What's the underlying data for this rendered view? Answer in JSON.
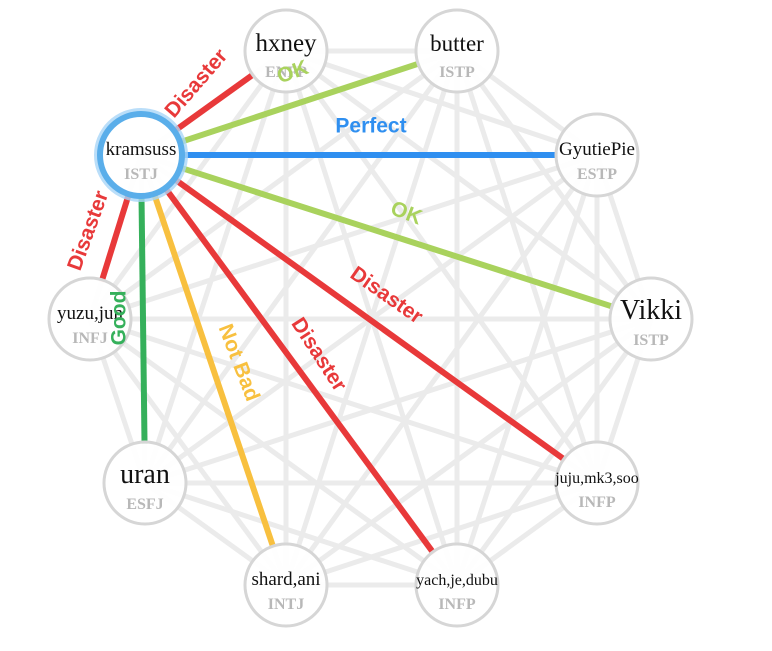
{
  "graph": {
    "nodes": [
      {
        "id": "hxney",
        "name": "hxney",
        "type": "ENFP",
        "selected": false
      },
      {
        "id": "butter",
        "name": "butter",
        "type": "ISTP",
        "selected": false
      },
      {
        "id": "kramsuss",
        "name": "kramsuss",
        "type": "ISTJ",
        "selected": true
      },
      {
        "id": "gyutiepie",
        "name": "GyutiePie",
        "type": "ESTP",
        "selected": false
      },
      {
        "id": "yuzu-jun",
        "name": "yuzu,jun",
        "type": "INFJ",
        "selected": false
      },
      {
        "id": "vikki",
        "name": "Vikki",
        "type": "ISTP",
        "selected": false
      },
      {
        "id": "uran",
        "name": "uran",
        "type": "ESFJ",
        "selected": false
      },
      {
        "id": "juju-mk3-soo",
        "name": "juju,mk3,soo",
        "type": "INFP",
        "selected": false
      },
      {
        "id": "shard-ani",
        "name": "shard,ani",
        "type": "INTJ",
        "selected": false
      },
      {
        "id": "yach-je-dubu",
        "name": "yach,je,dubu",
        "type": "INFP",
        "selected": false
      }
    ],
    "relations": [
      {
        "from": "kramsuss",
        "to": "hxney",
        "label": "Disaster",
        "color": "#e8393a"
      },
      {
        "from": "kramsuss",
        "to": "butter",
        "label": "OK",
        "color": "#a9d25d"
      },
      {
        "from": "kramsuss",
        "to": "gyutiepie",
        "label": "Perfect",
        "color": "#2f8ff0"
      },
      {
        "from": "kramsuss",
        "to": "vikki",
        "label": "OK",
        "color": "#a9d25d"
      },
      {
        "from": "kramsuss",
        "to": "juju-mk3-soo",
        "label": "Disaster",
        "color": "#e8393a"
      },
      {
        "from": "kramsuss",
        "to": "yach-je-dubu",
        "label": "Disaster",
        "color": "#e8393a"
      },
      {
        "from": "kramsuss",
        "to": "shard-ani",
        "label": "Not Bad",
        "color": "#f8c03f"
      },
      {
        "from": "kramsuss",
        "to": "uran",
        "label": "Good",
        "color": "#35b05b"
      },
      {
        "from": "kramsuss",
        "to": "yuzu-jun",
        "label": "Disaster",
        "color": "#e8393a"
      }
    ]
  }
}
